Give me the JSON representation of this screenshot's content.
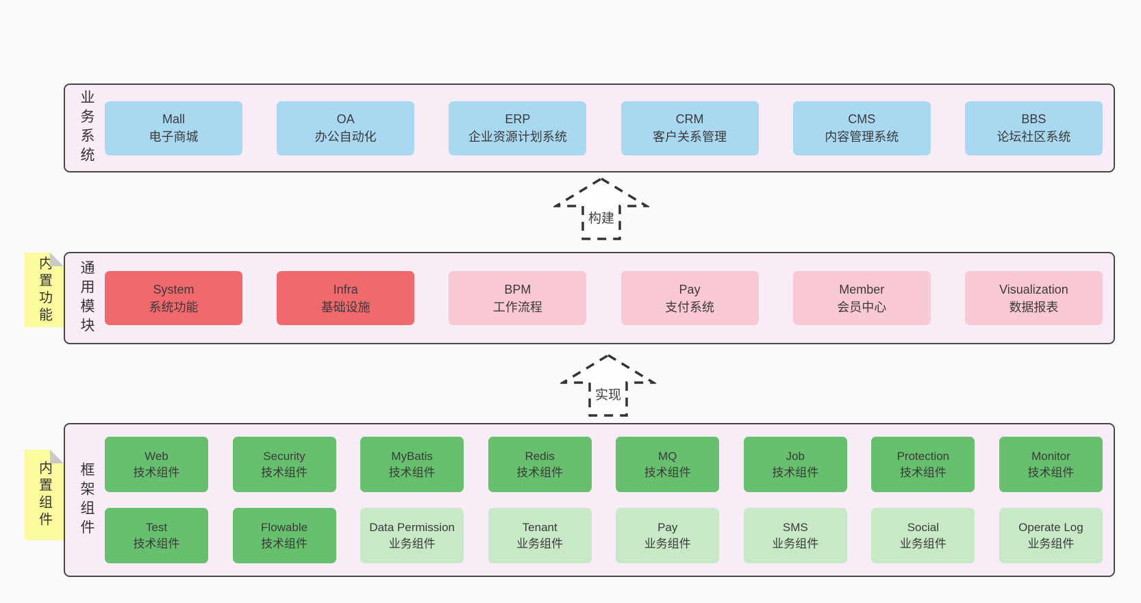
{
  "colors": {
    "page_bg": "#fafafa",
    "band_bg": "#f8edf7",
    "band_border": "#474747",
    "business_box": "#a9d8f1",
    "core_module_box": "#f0696d",
    "optional_module_box": "#f9c9d3",
    "tech_component_box": "#67c06e",
    "biz_component_box": "#c8e9c6",
    "sticky_note": "#fbfb9d"
  },
  "arrows": {
    "build": {
      "label": "构建"
    },
    "implement": {
      "label": "实现"
    }
  },
  "bands": {
    "business": {
      "label": "业务系统",
      "boxes": [
        {
          "title": "Mall",
          "subtitle": "电子商城"
        },
        {
          "title": "OA",
          "subtitle": "办公自动化"
        },
        {
          "title": "ERP",
          "subtitle": "企业资源计划系统"
        },
        {
          "title": "CRM",
          "subtitle": "客户关系管理"
        },
        {
          "title": "CMS",
          "subtitle": "内容管理系统"
        },
        {
          "title": "BBS",
          "subtitle": "论坛社区系统"
        }
      ]
    },
    "modules": {
      "label": "通用模块",
      "sticky": "内置功能",
      "boxes": [
        {
          "title": "System",
          "subtitle": "系统功能"
        },
        {
          "title": "Infra",
          "subtitle": "基础设施"
        },
        {
          "title": "BPM",
          "subtitle": "工作流程"
        },
        {
          "title": "Pay",
          "subtitle": "支付系统"
        },
        {
          "title": "Member",
          "subtitle": "会员中心"
        },
        {
          "title": "Visualization",
          "subtitle": "数据报表"
        }
      ]
    },
    "components": {
      "label": "框架组件",
      "sticky": "内置组件",
      "rows": [
        [
          {
            "title": "Web",
            "subtitle": "技术组件"
          },
          {
            "title": "Security",
            "subtitle": "技术组件"
          },
          {
            "title": "MyBatis",
            "subtitle": "技术组件"
          },
          {
            "title": "Redis",
            "subtitle": "技术组件"
          },
          {
            "title": "MQ",
            "subtitle": "技术组件"
          },
          {
            "title": "Job",
            "subtitle": "技术组件"
          },
          {
            "title": "Protection",
            "subtitle": "技术组件"
          },
          {
            "title": "Monitor",
            "subtitle": "技术组件"
          }
        ],
        [
          {
            "title": "Test",
            "subtitle": "技术组件"
          },
          {
            "title": "Flowable",
            "subtitle": "技术组件"
          },
          {
            "title": "Data Permission",
            "subtitle": "业务组件"
          },
          {
            "title": "Tenant",
            "subtitle": "业务组件"
          },
          {
            "title": "Pay",
            "subtitle": "业务组件"
          },
          {
            "title": "SMS",
            "subtitle": "业务组件"
          },
          {
            "title": "Social",
            "subtitle": "业务组件"
          },
          {
            "title": "Operate Log",
            "subtitle": "业务组件"
          }
        ]
      ]
    }
  }
}
